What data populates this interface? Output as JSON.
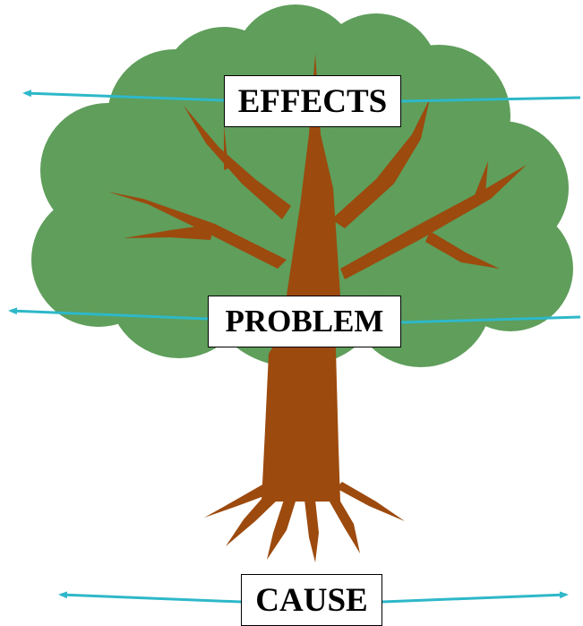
{
  "labels": {
    "effects": "EFFECTS",
    "problem": "PROBLEM",
    "cause": "CAUSE"
  },
  "colors": {
    "foliage": "#5f9e5b",
    "trunk": "#9c4a0e",
    "arrow": "#2eb8c9",
    "label_border": "#000000",
    "label_text": "#000000"
  }
}
